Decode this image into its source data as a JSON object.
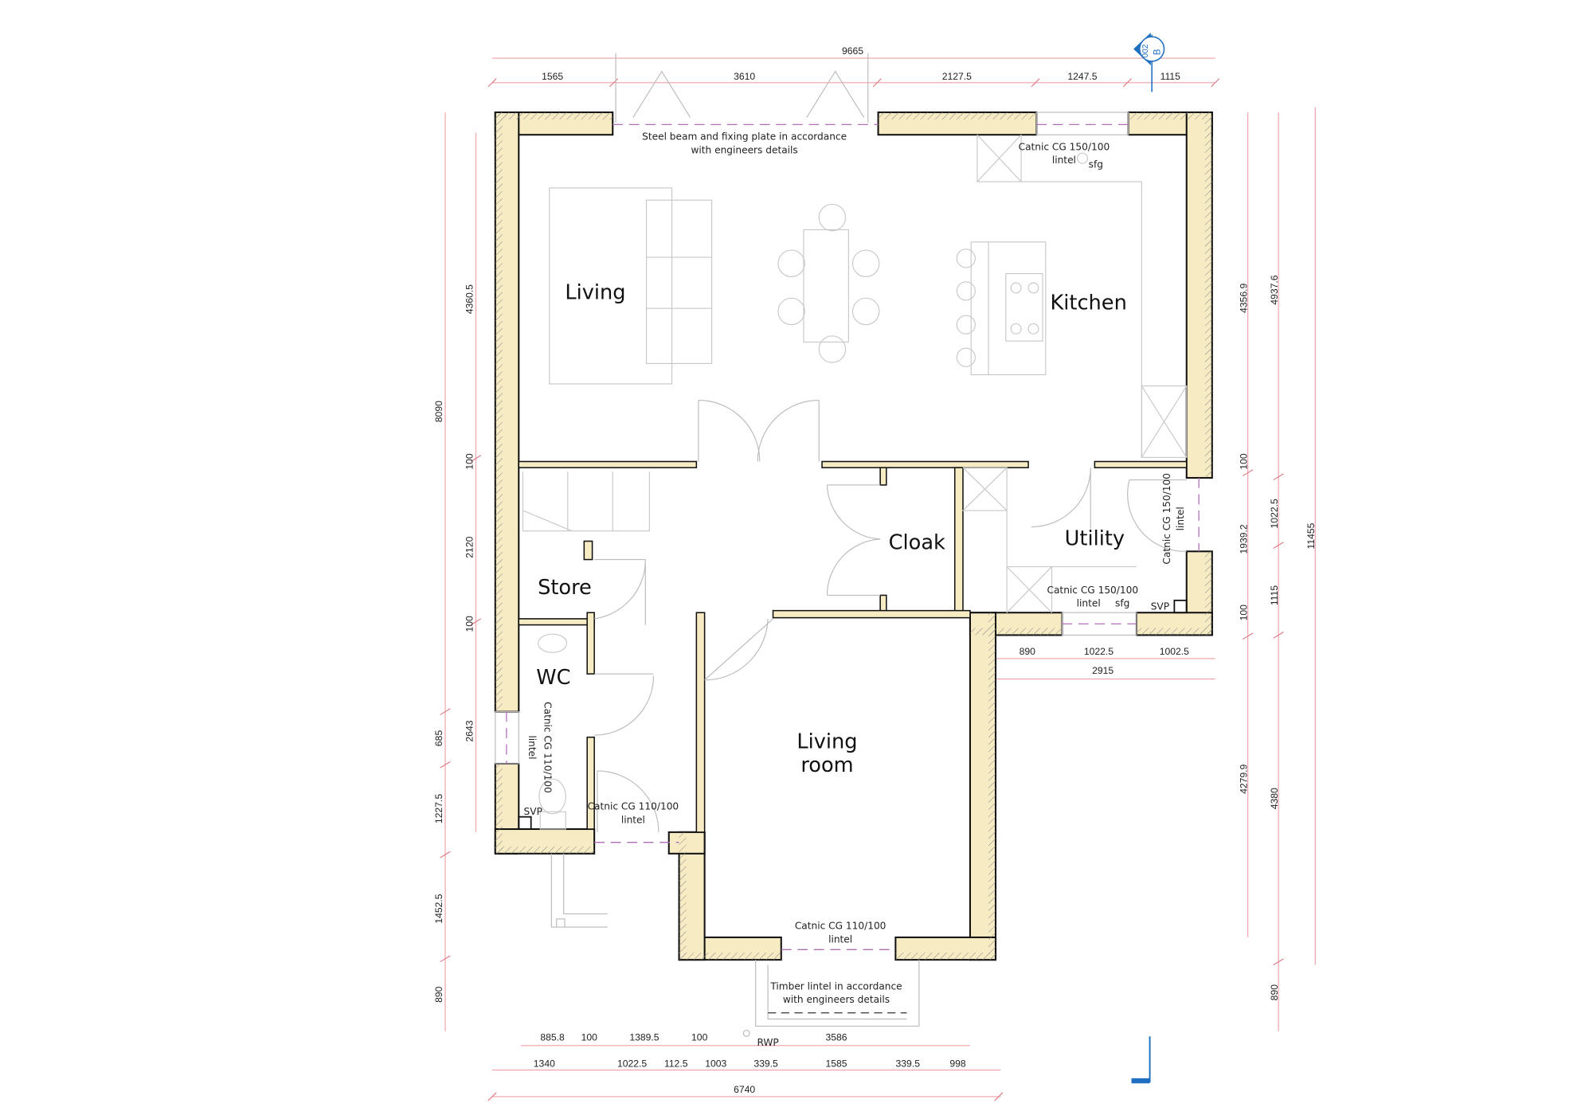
{
  "rooms": {
    "living": "Living",
    "kitchen": "Kitchen",
    "cloak": "Cloak",
    "utility": "Utility",
    "store": "Store",
    "wc": "WC",
    "living_room_1": "Living",
    "living_room_2": "room"
  },
  "notes": {
    "steel_beam_1": "Steel beam and fixing plate in accordance",
    "steel_beam_2": "with engineers details",
    "kitchen_lintel_1": "Catnic CG 150/100",
    "kitchen_lintel_2": "lintel",
    "kitchen_sfg": "sfg",
    "utility_side_lintel_1": "Catnic CG 150/100",
    "utility_side_lintel_2": "lintel",
    "utility_lintel_1": "Catnic CG 150/100",
    "utility_lintel_2": "lintel",
    "utility_sfg": "sfg",
    "utility_svp": "SVP",
    "wc_lintel_1": "Catnic CG 110/100",
    "wc_lintel_2": "lintel",
    "wc_svp": "SVP",
    "front_door_lintel_1": "Catnic CG 110/100",
    "front_door_lintel_2": "lintel",
    "bay_lintel_1": "Catnic CG 110/100",
    "bay_lintel_2": "lintel",
    "timber_lintel_1": "Timber lintel in accordance",
    "timber_lintel_2": "with engineers details",
    "rwp": "RWP"
  },
  "section_marker": {
    "number": "002",
    "letter": "B",
    "color": "#1f6fc0"
  },
  "dimensions": {
    "top_overall": "9665",
    "top": [
      "1565",
      "3610",
      "2127.5",
      "1247.5",
      "1115"
    ],
    "left_outer": [
      "8090",
      "685",
      "1227.5",
      "1452.5",
      "890"
    ],
    "left_inner": [
      "4360.5",
      "100",
      "2120",
      "100",
      "2643"
    ],
    "right_inner": [
      "4356.9",
      "100",
      "1939.2",
      "100",
      "4279.9"
    ],
    "right_mid": [
      "4937.6",
      "1022.5",
      "1115",
      "4380",
      "890"
    ],
    "right_overall": "11455",
    "utility_bottom": [
      "890",
      "1022.5",
      "1002.5"
    ],
    "utility_total": "2915",
    "bottom_row1": [
      "885.8",
      "100",
      "1389.5",
      "100",
      "3586"
    ],
    "bottom_row2": [
      "1340",
      "1022.5",
      "112.5",
      "1003",
      "339.5",
      "1585",
      "339.5",
      "998"
    ],
    "bottom_overall": "6740"
  },
  "colors": {
    "wall_core": "#f7ebc4",
    "dimension_line": "#f0a0a8",
    "lintel": "#b070b8"
  }
}
